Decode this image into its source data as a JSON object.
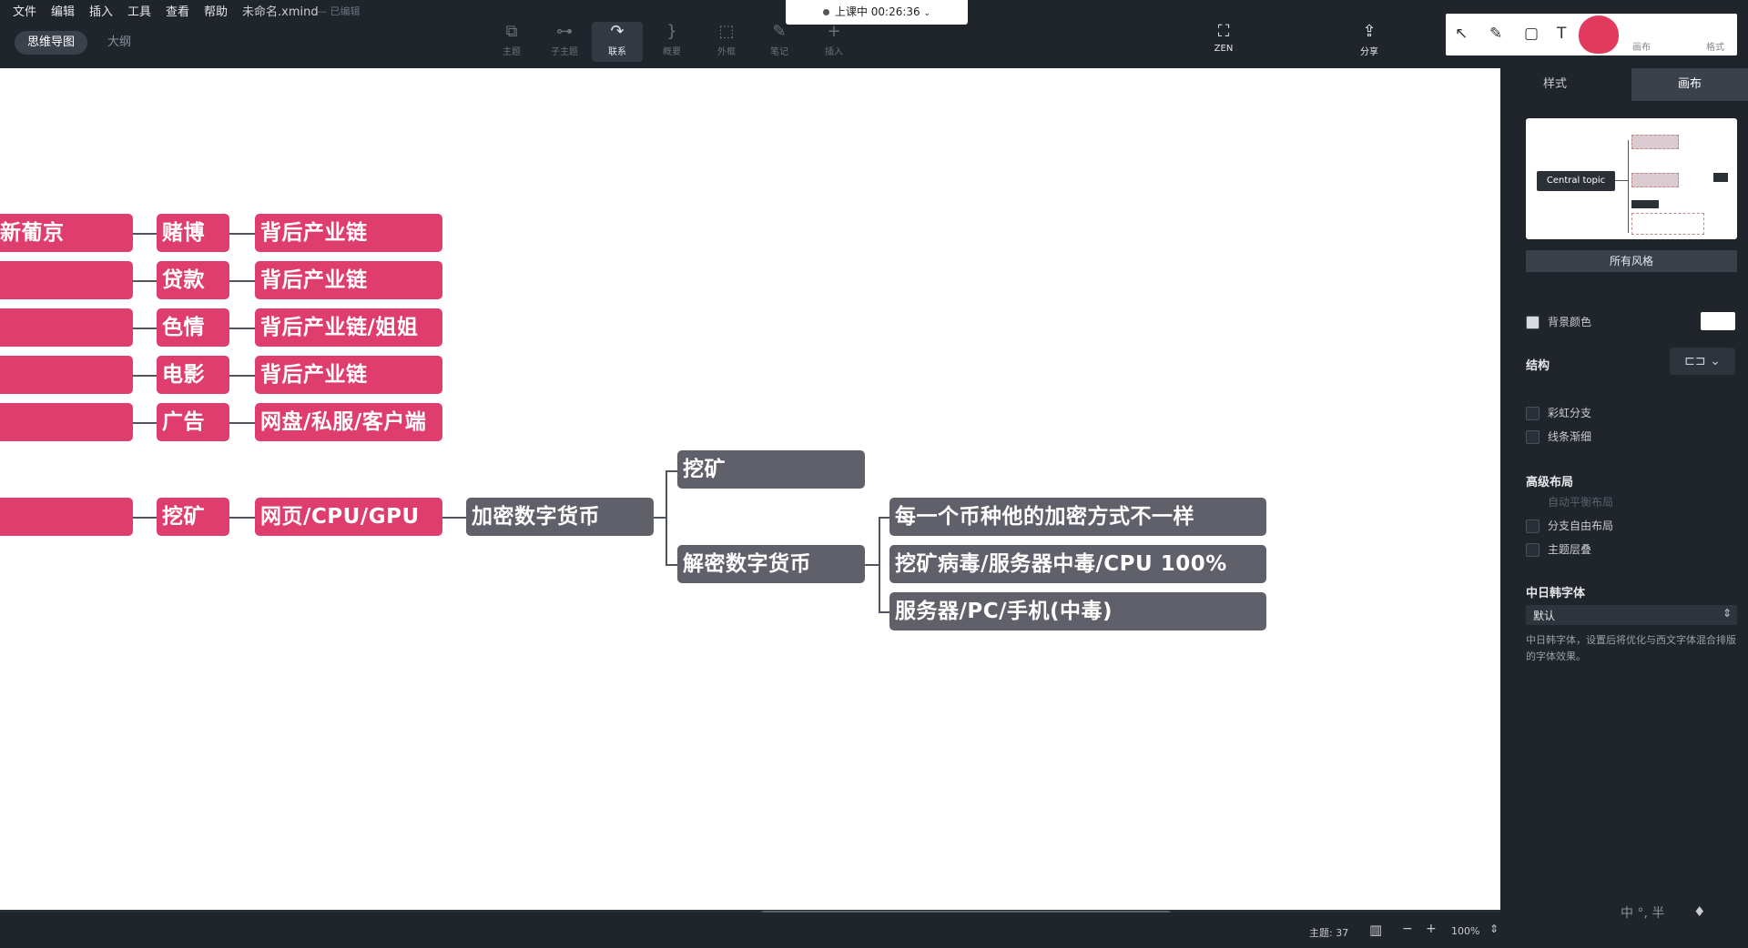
{
  "menu": [
    "文件",
    "编辑",
    "插入",
    "工具",
    "查看",
    "帮助"
  ],
  "file": {
    "name": "未命名.xmind",
    "status": "已编辑"
  },
  "modes": {
    "mindmap": "思维导图",
    "outline": "大纲"
  },
  "toolbar": [
    {
      "label": "主题",
      "icon": "topic-icon",
      "glyph": "⧉"
    },
    {
      "label": "子主题",
      "icon": "subtopic-icon",
      "glyph": "⊶"
    },
    {
      "label": "联系",
      "icon": "relationship-icon",
      "glyph": "↷"
    },
    {
      "label": "概要",
      "icon": "summary-icon",
      "glyph": "}"
    },
    {
      "label": "外框",
      "icon": "boundary-icon",
      "glyph": "⬚"
    },
    {
      "label": "笔记",
      "icon": "note-icon",
      "glyph": "✎"
    },
    {
      "label": "插入",
      "icon": "insert-icon",
      "glyph": "+"
    }
  ],
  "recording": {
    "text": "上课中 00:26:36"
  },
  "zen": {
    "label": "ZEN"
  },
  "share": {
    "label": "分享"
  },
  "annotation_tools": [
    "cursor-icon",
    "pen-icon",
    "rectangle-icon",
    "text-icon"
  ],
  "right_labels": [
    "画布",
    "格式"
  ],
  "mindmap": {
    "left_rows": [
      {
        "a": "新葡京",
        "b": "赌博",
        "c": "背后产业链"
      },
      {
        "a": "",
        "b": "贷款",
        "c": "背后产业链"
      },
      {
        "a": "",
        "b": "色情",
        "c": "背后产业链/姐姐"
      },
      {
        "a": "",
        "b": "电影",
        "c": "背后产业链"
      },
      {
        "a": "",
        "b": "广告",
        "c": "网盘/私服/客户端"
      },
      {
        "a": "",
        "b": "挖矿",
        "c": "网页/CPU/GPU"
      }
    ],
    "center": "加密数字货币",
    "branch1": "挖矿",
    "branch2": "解密数字货币",
    "leaves": [
      "每一个币种他的加密方式不一样",
      "挖矿病毒/服务器中毒/CPU 100%",
      "服务器/PC/手机(中毒)"
    ]
  },
  "colors": {
    "pink": "#e03d6f",
    "gray": "#5f6069",
    "panel": "#20252c"
  },
  "panel": {
    "tabs": {
      "style": "样式",
      "canvas": "画布"
    },
    "preview_topic": "Central topic",
    "all_styles": "所有风格",
    "bg_color": "背景颜色",
    "structure": "结构",
    "rainbow": "彩虹分支",
    "taper": "线条渐细",
    "advanced": "高级布局",
    "auto_balance": "自动平衡布局",
    "free_layout": "分支自由布局",
    "overlap": "主题层叠",
    "cjk_font": "中日韩字体",
    "font_value": "默认",
    "font_desc": "中日韩字体，设置后将优化与西文字体混合排版的字体效果。"
  },
  "statusbar": {
    "topics": "主题: 37",
    "zoom": "100%"
  },
  "ime": {
    "text": "中 °, 半"
  }
}
